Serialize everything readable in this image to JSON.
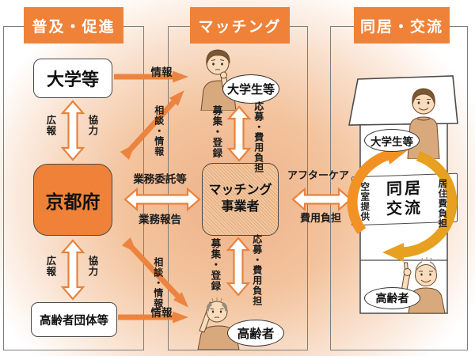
{
  "diagram": {
    "columns": {
      "promotion": {
        "header": "普及・促進"
      },
      "matching": {
        "header": "マッチング"
      },
      "cohabitation": {
        "header": "同居・交流"
      }
    },
    "nodes": {
      "universities": "大学等",
      "kyoto_prefecture": "京都府",
      "elderly_groups": "高齢者団体等",
      "operator_line1": "マッチング",
      "operator_line2": "事業者",
      "student_center": "大学生等",
      "elderly_center": "高齢者",
      "student_right": "大学生等",
      "elderly_right": "高齢者",
      "cohabit_line1": "同居",
      "cohabit_line2": "交流"
    },
    "labels": {
      "info_top": "情報",
      "consult_info_top": "相談・情報",
      "pr_top": "広報",
      "cooperation_top": "協力",
      "outsourcing": "業務委託等",
      "business_report": "業務報告",
      "pr_bottom": "広報",
      "cooperation_bottom": "協力",
      "consult_info_bottom": "相談・情報",
      "info_bottom": "情報",
      "recruit_register_top": "募集・登録",
      "apply_cost_top": "応募・費用負担",
      "recruit_register_bottom": "募集・登録",
      "apply_cost_bottom": "応募・費用負担",
      "aftercare": "アフターケア",
      "cost_burden": "費用負担",
      "vacant_room": "空室提供",
      "housing_cost": "居住費負担"
    },
    "illustrations": {
      "student_center": "university-student-thinking-illustration",
      "elderly_center": "elderly-man-scratching-head-illustration",
      "student_right": "university-student-smiling-illustration",
      "elderly_right": "elderly-man-pointing-illustration",
      "house": "house-illustration",
      "cycle": "cohabitation-exchange-cycle-arrows"
    },
    "colors": {
      "accent_orange": "#EF8238",
      "arrow_orange": "#EC8440",
      "ring_orange": "#F29224",
      "ring_gold": "#E7A01F",
      "panel_border": "#7D7D7D"
    }
  }
}
